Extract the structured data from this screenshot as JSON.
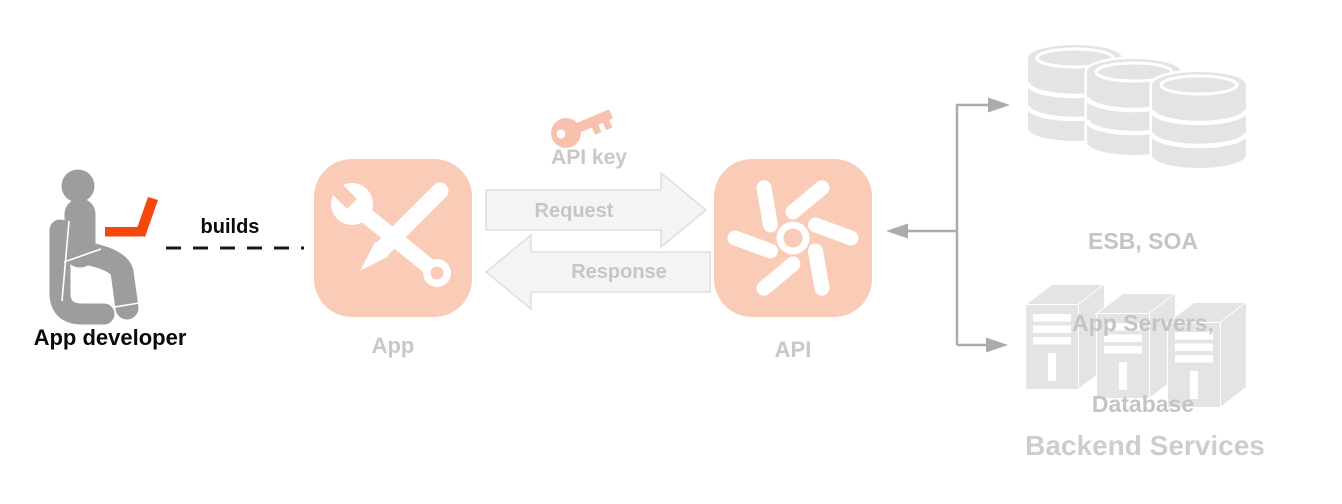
{
  "developer": {
    "label": "App developer",
    "builds_label": "builds"
  },
  "app": {
    "label": "App"
  },
  "api_key": {
    "label": "API key"
  },
  "flow": {
    "request_label": "Request",
    "response_label": "Response"
  },
  "api": {
    "label": "API"
  },
  "backend": {
    "esb_lines": [
      "ESB, SOA",
      "App Servers,",
      "Database"
    ],
    "services_label": "Backend Services"
  },
  "icons": {
    "developer": "person-at-laptop-icon",
    "app": "wrench-and-pencil-icon",
    "api_key": "key-icon",
    "api": "gear-pinwheel-icon",
    "esb": "database-cylinders-icon",
    "backend_services": "server-towers-icon"
  },
  "colors": {
    "salmon": "#FACBB6",
    "key_salmon": "#F8C1AE",
    "orange": "#F4470C",
    "figure_gray": "#9D9D9D",
    "muted": "#C8C8C8",
    "esb_text": "#C4C4C4",
    "light_icon": "#E4E4E4",
    "connector": "#ABABAB",
    "arrow_fill": "#F4F4F4",
    "arrow_border": "#DEDEDE"
  }
}
